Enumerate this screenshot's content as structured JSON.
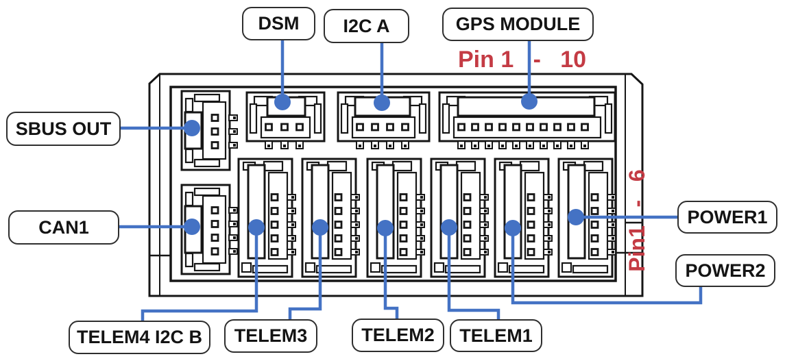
{
  "diagram": {
    "labels": {
      "dsm": "DSM",
      "i2c_a": "I2C A",
      "gps_module": "GPS MODULE",
      "sbus_out": "SBUS OUT",
      "can1": "CAN1",
      "power1": "POWER1",
      "power2": "POWER2",
      "telem4_i2c_b": "TELEM4 I2C B",
      "telem3": "TELEM3",
      "telem2": "TELEM2",
      "telem1": "TELEM1"
    },
    "annotations": {
      "pin_range_top": "Pin 1   -   10",
      "pin_range_side": "Pin1   -   6"
    },
    "colors": {
      "leader_blue": "#4472C4",
      "annotation_red": "#C43B44",
      "line_black": "#161616"
    },
    "pin_counts": {
      "dsm": 3,
      "i2c_a": 4,
      "gps_module": 10,
      "sbus_out": 3,
      "can1": 4,
      "telem_and_power_connectors": 5
    }
  }
}
